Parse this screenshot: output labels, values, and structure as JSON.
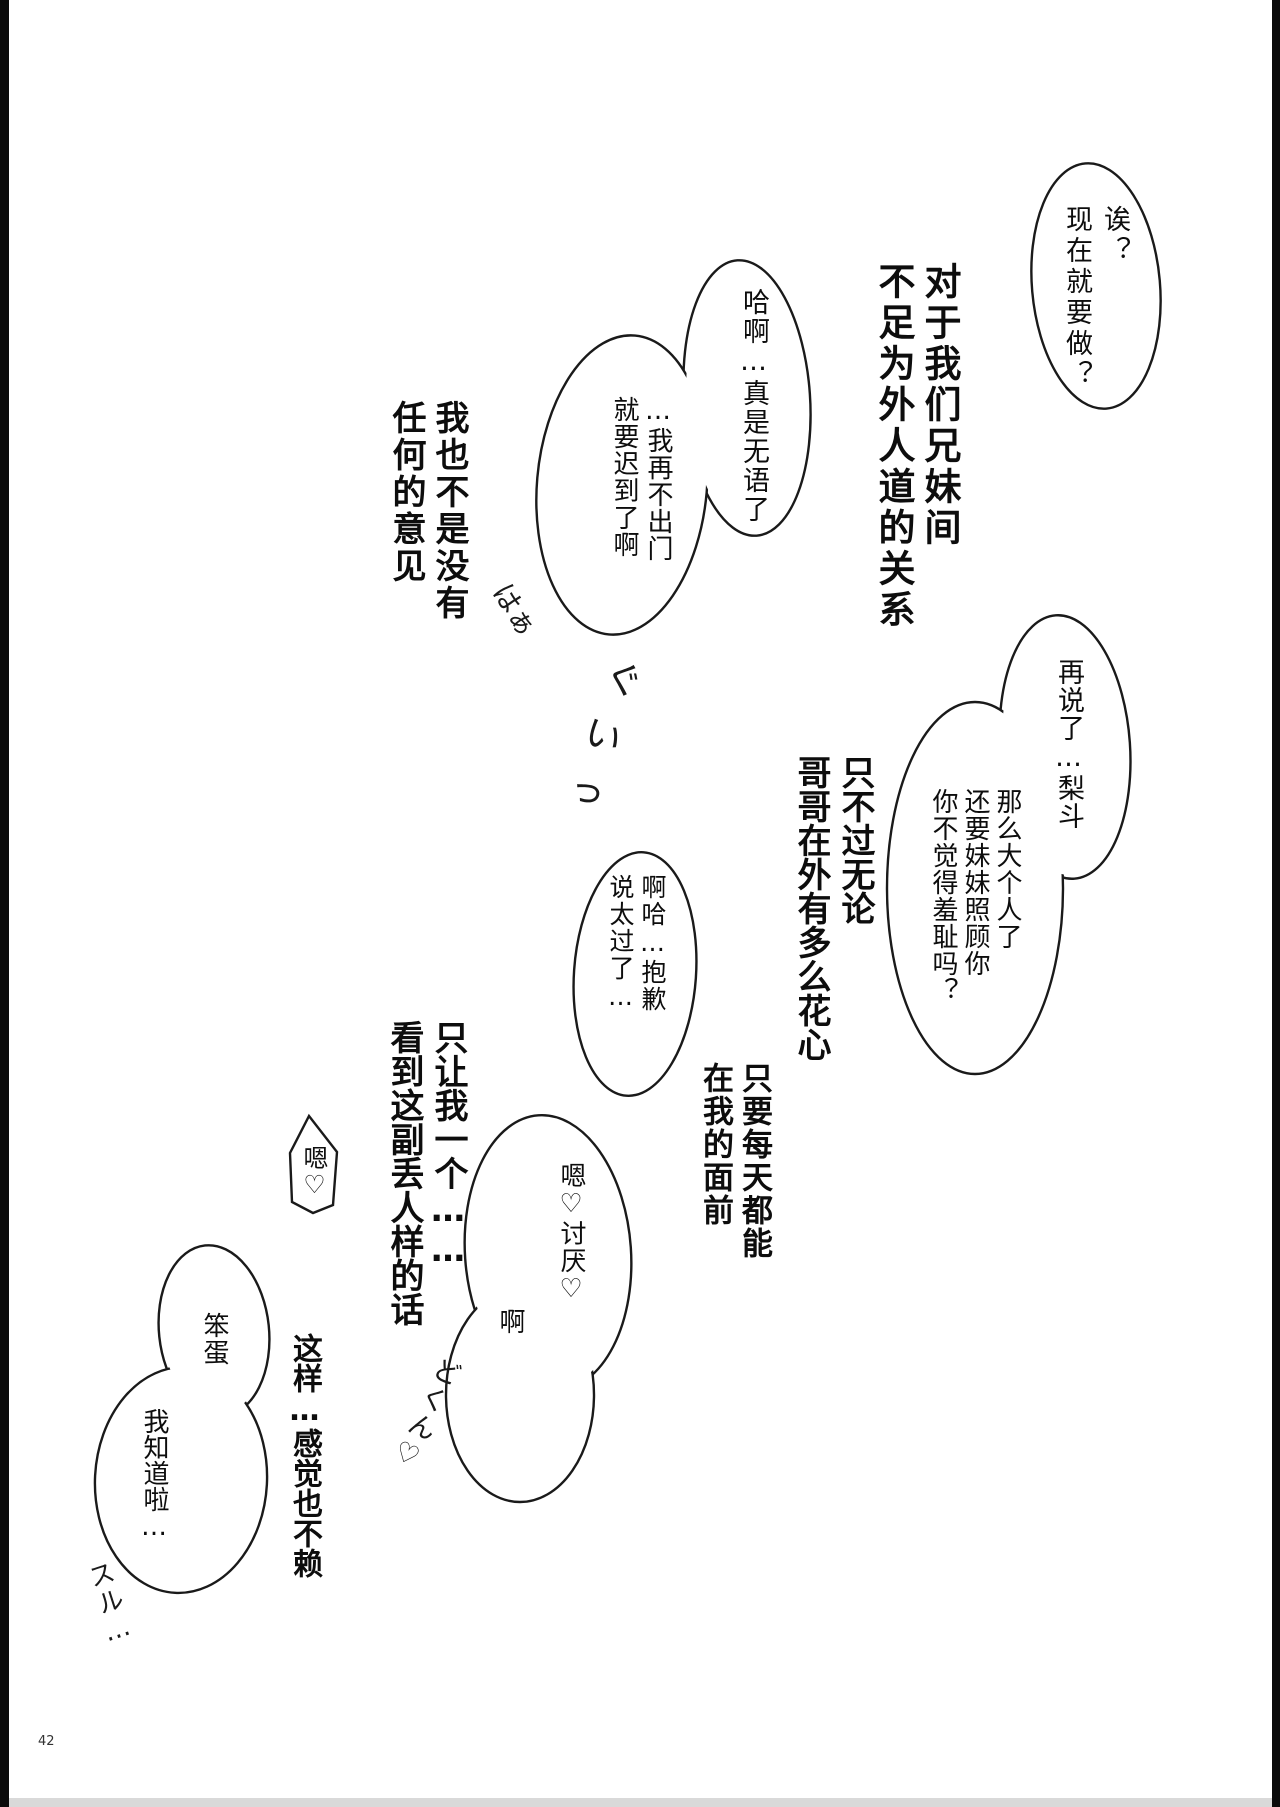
{
  "page": {
    "number": "42"
  },
  "speech": {
    "b1": "诶？\n现在就要做？",
    "b2_main": "哈啊…真是无语了",
    "b2_sub": "…我再不出门\n就要迟到了啊",
    "b3_main": "再说了…梨斗",
    "b3_sub": "那么大个人了\n还要妹妹照顾你\n你不觉得羞耻吗？",
    "b4": "啊哈…抱歉\n说太过了…",
    "b5": "嗯♡",
    "b6_main": "嗯♡讨厌♡",
    "b6_sub": "啊",
    "b7_main": "笨蛋",
    "b7_sub": "我知道啦…"
  },
  "narration": {
    "n1": "对于我们兄妹间\n不足为外人道的关系",
    "n2": "我也不是没有\n任何的意见",
    "n3": "只不过无论\n哥哥在外有多么花心",
    "n4": "只要每天都能\n在我的面前",
    "n5": "只让我一个……\n看到这副丢人样的话",
    "n6": "这样…感觉也不赖"
  },
  "sfx": {
    "s1": "はぁ",
    "s2": "ぐいっ",
    "s3": "どくん♡",
    "s4": "スル…"
  },
  "colors": {
    "ink": "#1a1a1a",
    "paper": "#ffffff",
    "border": "#0b0b0b"
  }
}
